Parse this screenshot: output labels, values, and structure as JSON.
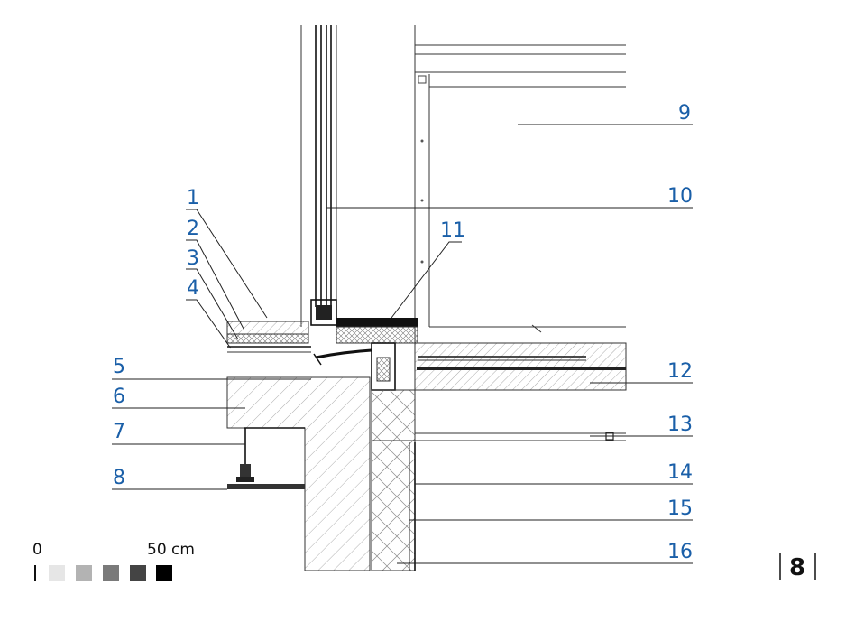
{
  "callouts": [
    {
      "id": "1",
      "label": "1"
    },
    {
      "id": "2",
      "label": "2"
    },
    {
      "id": "3",
      "label": "3"
    },
    {
      "id": "4",
      "label": "4"
    },
    {
      "id": "5",
      "label": "5"
    },
    {
      "id": "6",
      "label": "6"
    },
    {
      "id": "7",
      "label": "7"
    },
    {
      "id": "8",
      "label": "8"
    },
    {
      "id": "9",
      "label": "9"
    },
    {
      "id": "10",
      "label": "10"
    },
    {
      "id": "11",
      "label": "11"
    },
    {
      "id": "12",
      "label": "12"
    },
    {
      "id": "13",
      "label": "13"
    },
    {
      "id": "14",
      "label": "14"
    },
    {
      "id": "15",
      "label": "15"
    },
    {
      "id": "16",
      "label": "16"
    }
  ],
  "scale_bar": {
    "start_label": "0",
    "end_label": "50 cm",
    "swatch_colors": [
      "#e6e6e6",
      "#b3b3b3",
      "#7a7a7a",
      "#444444",
      "#000000"
    ]
  },
  "page_number": "8",
  "colors": {
    "callout": "#1a5fa8",
    "line": "#333333",
    "hatch": "#9a9a9a"
  }
}
